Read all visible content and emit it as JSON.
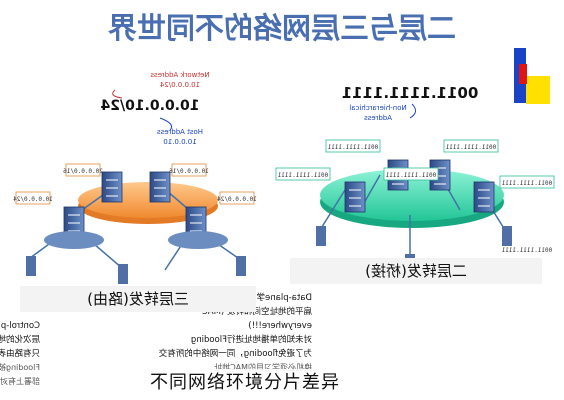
{
  "title": "二层与三层网络的不同世界",
  "left": {
    "network_label": "Network Address",
    "network_value": "10.0.0.0/24",
    "big_address": "10.0.0.10/24",
    "host_label": "Host Address",
    "host_value": "10.0.0.10",
    "route_tags": [
      "20.0.0.0/16",
      "10.0.0.0/24",
      "10.0.0.0/16",
      "10.0.0.0/24"
    ],
    "heading": "三层转发(路由)",
    "bullets": [
      "Control-plane学习",
      "层次化的地址空间与转发",
      "只有路由表中匹配的目的地址才被转发",
      "Flooding被限制得很高",
      "部署上有对于data-plane依赖于"
    ]
  },
  "right": {
    "big_address": "0011.1111.1111",
    "nonhier_label": "Non-hierarchical",
    "nonhier_label2": "Address",
    "mac_tags": [
      "0011.1111.1111",
      "0011.1111.1111",
      "0011.1111.1111",
      "0011.1111.1111",
      "0011.1111.1111"
    ],
    "bottom_mac": "0011.1111.1111",
    "heading": "二层转发(桥接)",
    "bullets": [
      "Data-plane学习",
      "扁平的地址空间和转发 (MAC",
      "everywhere!!!)",
      "对未知的单播地址进行Flooding",
      "为了避免flooding，同一网络中的所有交",
      "换机必须学习目的MAC地址"
    ]
  },
  "caption": "不同网络环境分片差异",
  "colors": {
    "l3_cloud": "#f39a4b",
    "l2_cloud": "#3fd8b0",
    "switch": "#3b5fa0",
    "link": "#4472a8",
    "tag_bg": "#ffffff",
    "callout": "#cc3333",
    "accent_red": "#e01515",
    "accent_yellow": "#ffe000",
    "accent_blue": "#1a43c8"
  }
}
